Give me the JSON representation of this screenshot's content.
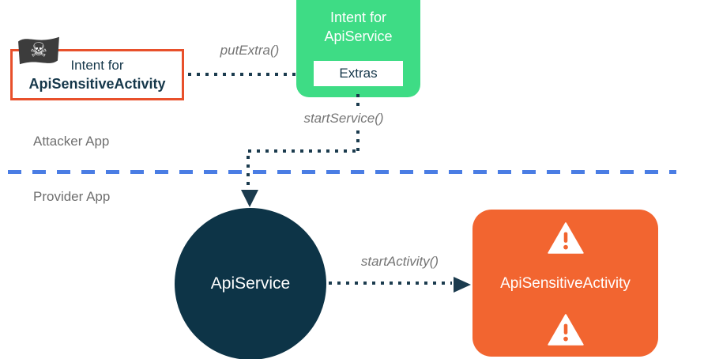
{
  "diagram": {
    "attacker_intent_card": {
      "line1": "Intent for",
      "line2": "ApiSensitiveActivity"
    },
    "service_intent_card": {
      "line1": "Intent for",
      "line2": "ApiService",
      "extras_label": "Extras"
    },
    "api_service_node": {
      "label": "ApiService"
    },
    "api_sensitive_node": {
      "label": "ApiSensitiveActivity"
    },
    "call_labels": {
      "put_extra": "putExtra()",
      "start_service": "startService()",
      "start_activity": "startActivity()"
    },
    "zones": {
      "attacker": "Attacker App",
      "provider": "Provider App"
    },
    "icons": {
      "pirate_flag": "☠",
      "warning": "⚠"
    },
    "colors": {
      "android_green": "#3edc85",
      "alert_orange": "#f26530",
      "outline_orange": "#e8502b",
      "node_navy": "#0d3447",
      "text_navy": "#15374a",
      "label_gray": "#757575",
      "divider_blue": "#4a7de4"
    }
  }
}
